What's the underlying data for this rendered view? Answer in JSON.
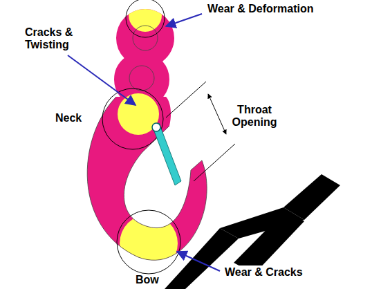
{
  "diagram": {
    "labels": [
      "Wear & Deformation",
      "Cracks & Twisting",
      "Neck",
      "Throat Opening",
      "Wear & Cracks",
      "Bow"
    ]
  }
}
